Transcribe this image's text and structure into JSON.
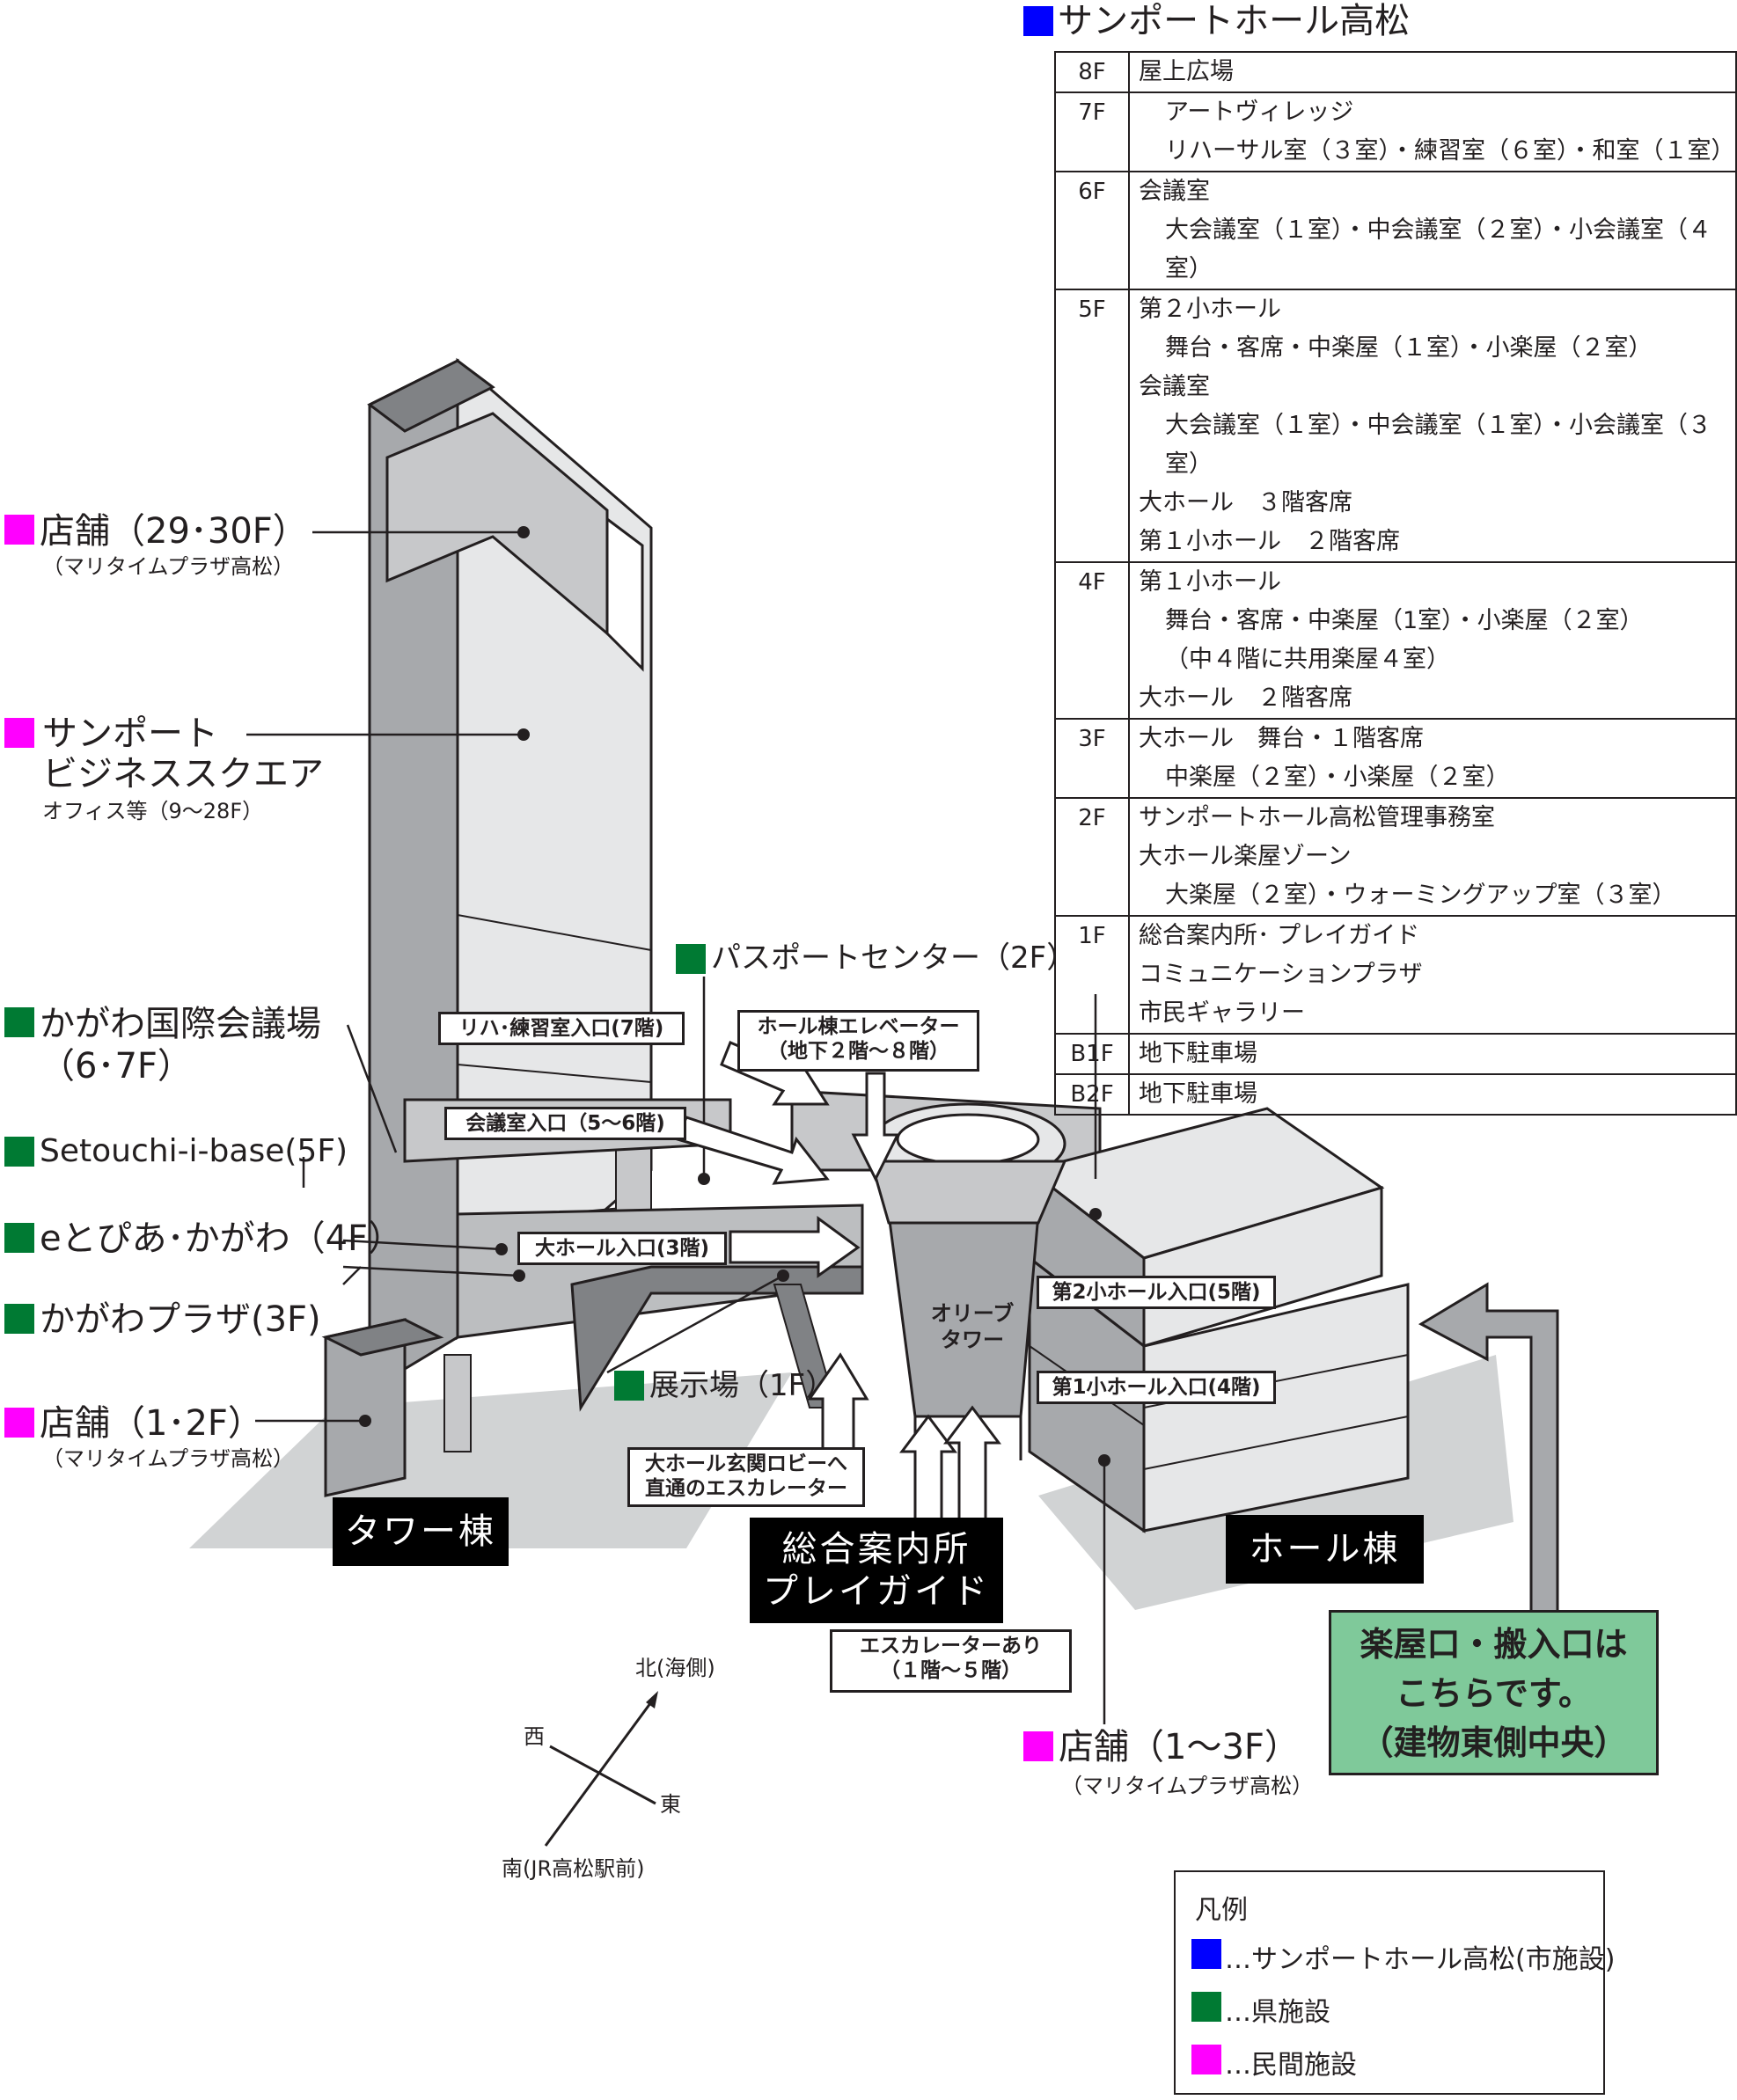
{
  "colors": {
    "city": "#0000ff",
    "prefecture": "#007a33",
    "private": "#ff00ff",
    "building_mid": "#a7a9ac",
    "building_light": "#e6e7e8",
    "building_dark": "#808285",
    "shadow": "#d1d3d4",
    "green_note": "#7fc99a"
  },
  "hall_header": "サンポートホール高松",
  "floors": [
    {
      "floor": "8F",
      "lines": [
        "屋上広場"
      ]
    },
    {
      "floor": "7F",
      "lines": [
        "アートヴィレッジ",
        "リハーサル室（３室）・練習室（６室）・和室（１室）"
      ]
    },
    {
      "floor": "6F",
      "lines": [
        "会議室",
        "大会議室（１室）・中会議室（２室）・小会議室（４室）"
      ]
    },
    {
      "floor": "5F",
      "lines": [
        "第２小ホール",
        "舞台・客席・中楽屋（１室）・小楽屋（２室）",
        "会議室",
        "大会議室（１室）・中会議室（１室）・小会議室（３室）",
        "大ホール　３階客席",
        "第１小ホール　２階客席"
      ]
    },
    {
      "floor": "4F",
      "lines": [
        "第１小ホール",
        "舞台・客席・中楽屋（1室）・小楽屋（２室）",
        "（中４階に共用楽屋４室）",
        "大ホール　２階客席"
      ]
    },
    {
      "floor": "3F",
      "lines": [
        "大ホール　舞台・１階客席",
        "中楽屋（２室）・小楽屋（２室）"
      ]
    },
    {
      "floor": "2F",
      "lines": [
        "サンポートホール高松管理事務室",
        "大ホール楽屋ゾーン",
        "大楽屋（２室）・ウォーミングアップ室（３室）"
      ]
    },
    {
      "floor": "1F",
      "lines": [
        "総合案内所･ プレイガイド",
        "コミュニケーションプラザ",
        "市民ギャラリー"
      ]
    },
    {
      "floor": "B1F",
      "lines": [
        "地下駐車場"
      ]
    },
    {
      "floor": "B2F",
      "lines": [
        "地下駐車場"
      ]
    }
  ],
  "left_labels": {
    "shop_top": {
      "title": "店舗（29･30F）",
      "sub": "（マリタイムプラザ高松）"
    },
    "business": {
      "title1": "サンポート",
      "title2": "ビジネススクエア",
      "sub": "オフィス等（9～28F）"
    },
    "kokusai": {
      "title1": "かがわ国際会議場",
      "title2": "（6･7F）"
    },
    "setouchi": "Setouchi-i-base(5F)",
    "etopia": "eとぴあ･かがわ（4F）",
    "plaza": "かがわプラザ(3F)",
    "shop_bottom": {
      "title": "店舗（1･2F）",
      "sub": "（マリタイムプラザ高松）"
    }
  },
  "passport": "パスポートセンター（2F）",
  "exhibit": "展示場（1F）",
  "entrances": {
    "reha": "リハ･練習室入口(7階)",
    "kaigi": "会議室入口（5～6階)",
    "daihall": "大ホール入口(3階)",
    "elevator1": "ホール棟エレベーター",
    "elevator2": "（地下２階～８階）",
    "sho2": "第2小ホール入口(5階)",
    "sho1": "第1小ホール入口(4階)",
    "escalator_lobby1": "大ホール玄関ロビーへ",
    "escalator_lobby2": "直通のエスカレーター",
    "escalator_note1": "エスカレーターあり",
    "escalator_note2": "（１階～５階）"
  },
  "olive1": "オリーブ",
  "olive2": "タワー",
  "tower_label": "タワー棟",
  "hall_label": "ホール棟",
  "info1": "総合案内所",
  "info2": "プレイガイド",
  "shop_hall": {
    "title": "店舗（1～3F）",
    "sub": "（マリタイムプラザ高松）"
  },
  "green_note": [
    "楽屋口・搬入口は",
    "こちらです。",
    "（建物東側中央）"
  ],
  "compass": {
    "north": "北(海側)",
    "west": "西",
    "east": "東",
    "south": "南(JR高松駅前)"
  },
  "legend": {
    "title": "凡例",
    "items": [
      "…サンポートホール高松(市施設)",
      "…県施設",
      "…民間施設"
    ]
  }
}
